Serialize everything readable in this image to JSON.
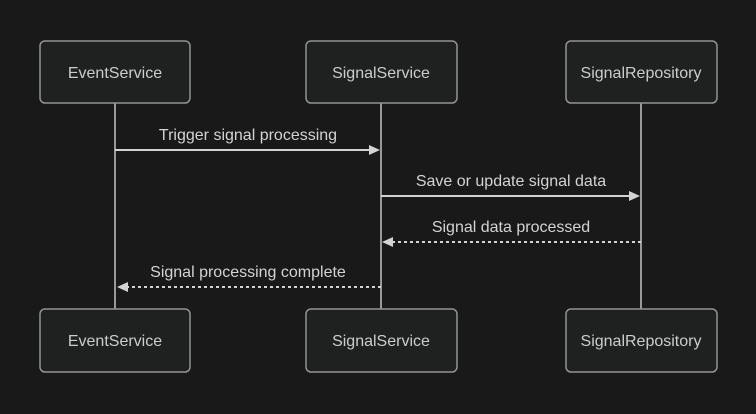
{
  "diagram": {
    "type": "sequence-diagram",
    "participants": [
      {
        "name": "EventService"
      },
      {
        "name": "SignalService"
      },
      {
        "name": "SignalRepository"
      }
    ],
    "messages": [
      {
        "from": "EventService",
        "to": "SignalService",
        "label": "Trigger signal processing",
        "line_style": "solid",
        "direction": "right"
      },
      {
        "from": "SignalService",
        "to": "SignalRepository",
        "label": "Save or update signal data",
        "line_style": "solid",
        "direction": "right"
      },
      {
        "from": "SignalRepository",
        "to": "SignalService",
        "label": "Signal data processed",
        "line_style": "dotted",
        "direction": "left"
      },
      {
        "from": "SignalService",
        "to": "EventService",
        "label": "Signal processing complete",
        "line_style": "dotted",
        "direction": "left"
      }
    ],
    "colors": {
      "background": "#191919",
      "actor_fill": "#1f2020",
      "actor_border": "#939393",
      "actor_text": "#cccccc",
      "signal_line": "#d3d3d3",
      "signal_text": "#d3d3d3",
      "lifeline": "#999999"
    }
  }
}
